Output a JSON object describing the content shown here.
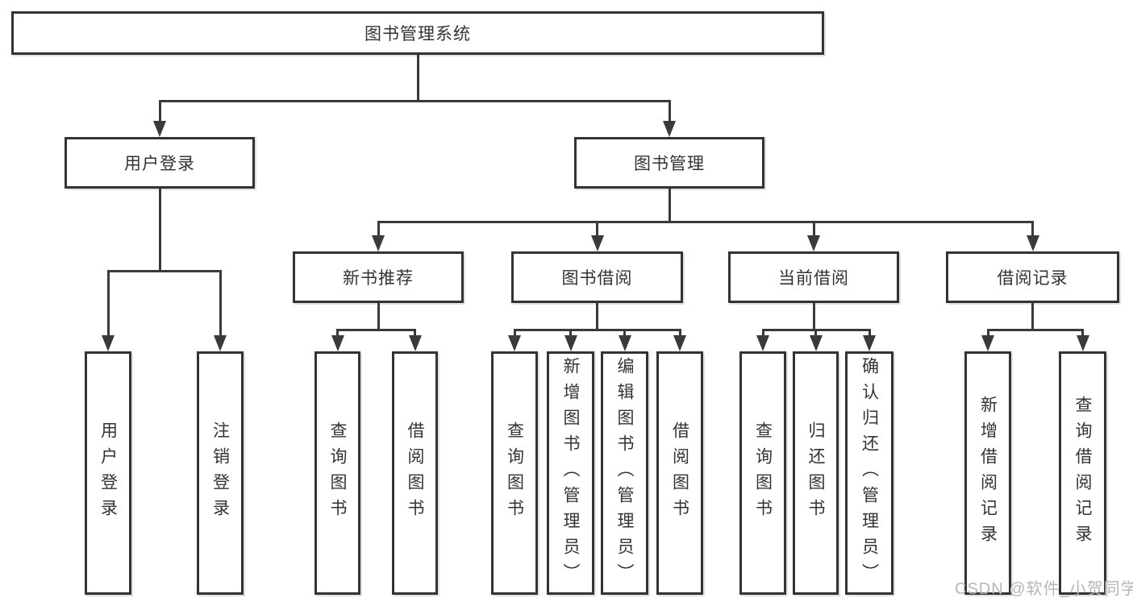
{
  "colors": {
    "line": "#3a3a3a",
    "box_border": "#333333",
    "box_bg": "#ffffff",
    "text": "#333333",
    "watermark": "#b6b6b6"
  },
  "watermark": {
    "text": "CSDN @软件_小贺同学"
  },
  "tree": {
    "id": "system",
    "label": "图书管理系统",
    "children": [
      {
        "id": "user-login",
        "label": "用户登录",
        "children": [
          {
            "id": "login",
            "label": "用户登录"
          },
          {
            "id": "logout",
            "label": "注销登录"
          }
        ]
      },
      {
        "id": "book-management",
        "label": "图书管理",
        "children": [
          {
            "id": "new-book-recommend",
            "label": "新书推荐",
            "children": [
              {
                "id": "nbr-query-books",
                "label": "查询图书"
              },
              {
                "id": "nbr-borrow-books",
                "label": "借阅图书"
              }
            ]
          },
          {
            "id": "book-borrowing",
            "label": "图书借阅",
            "children": [
              {
                "id": "bb-query-books",
                "label": "查询图书"
              },
              {
                "id": "bb-add-books",
                "label": "新增图书（管理员）"
              },
              {
                "id": "bb-edit-books",
                "label": "编辑图书（管理员）"
              },
              {
                "id": "bb-borrow-books",
                "label": "借阅图书"
              }
            ]
          },
          {
            "id": "current-borrowing",
            "label": "当前借阅",
            "children": [
              {
                "id": "cb-query-books",
                "label": "查询图书"
              },
              {
                "id": "cb-return-books",
                "label": "归还图书"
              },
              {
                "id": "cb-confirm-return",
                "label": "确认归还（管理员）"
              }
            ]
          },
          {
            "id": "borrow-records",
            "label": "借阅记录",
            "children": [
              {
                "id": "br-add-record",
                "label": "新增借阅记录"
              },
              {
                "id": "br-query-record",
                "label": "查询借阅记录"
              }
            ]
          }
        ]
      }
    ]
  }
}
